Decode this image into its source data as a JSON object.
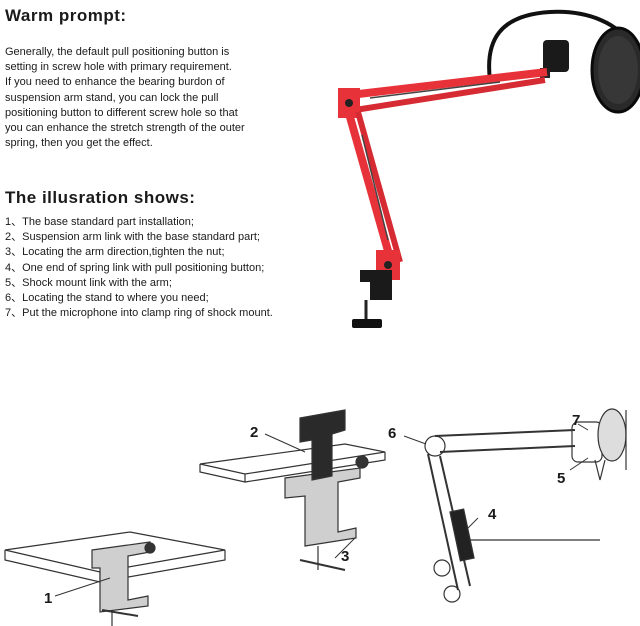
{
  "warm": {
    "title": "Warm prompt:",
    "lines": [
      "Generally, the default pull positioning  button is",
      "setting in screw hole with primary requirement.",
      "If you need to enhance the bearing burdon of",
      "suspension arm stand, you can lock the pull",
      "positioning button to different screw hole so that",
      "you can enhance the stretch strength of the outer",
      "spring, then you get the effect."
    ]
  },
  "illus": {
    "title": "The illusration shows:",
    "steps": [
      "1、The base standard part installation;",
      "2、Suspension arm link with the base standard part;",
      "3、Locating the arm direction,tighten the nut;",
      "4、One end of spring link with pull positioning button;",
      "5、Shock mount link with the arm;",
      "6、Locating the stand to where you need;",
      "7、Put the microphone into clamp ring of shock mount."
    ]
  },
  "callouts": [
    "1",
    "2",
    "3",
    "4",
    "5",
    "6",
    "7"
  ],
  "colors": {
    "arm": "#e8323a",
    "text": "#1a1a1a"
  }
}
